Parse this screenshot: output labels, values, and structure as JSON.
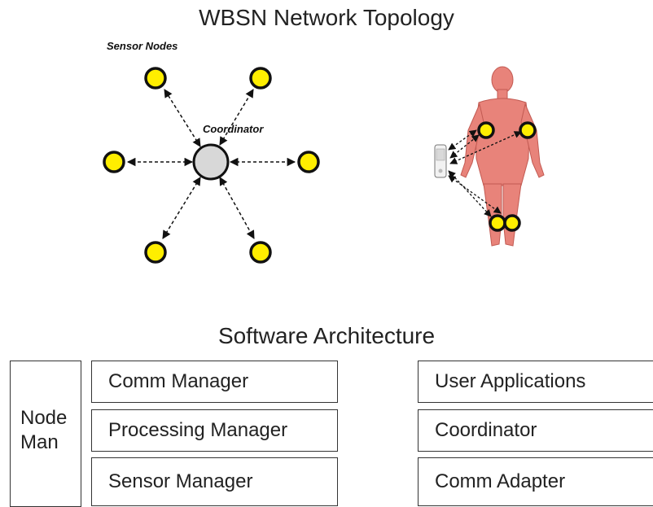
{
  "topology": {
    "title": "WBSN Network Topology",
    "sensor_nodes_label": "Sensor Nodes",
    "coordinator_label": "Coordinator",
    "colors": {
      "sensor_fill": "#ffee00",
      "coordinator_fill": "#d8d8d8",
      "body": "#e8837a"
    }
  },
  "architecture": {
    "title": "Software Architecture",
    "node_manager_lines": [
      "Node",
      "Man"
    ],
    "left_stack": [
      "Comm Manager",
      "Processing Manager",
      "Sensor Manager"
    ],
    "right_stack": [
      "User Applications",
      "Coordinator",
      "Comm Adapter"
    ]
  }
}
